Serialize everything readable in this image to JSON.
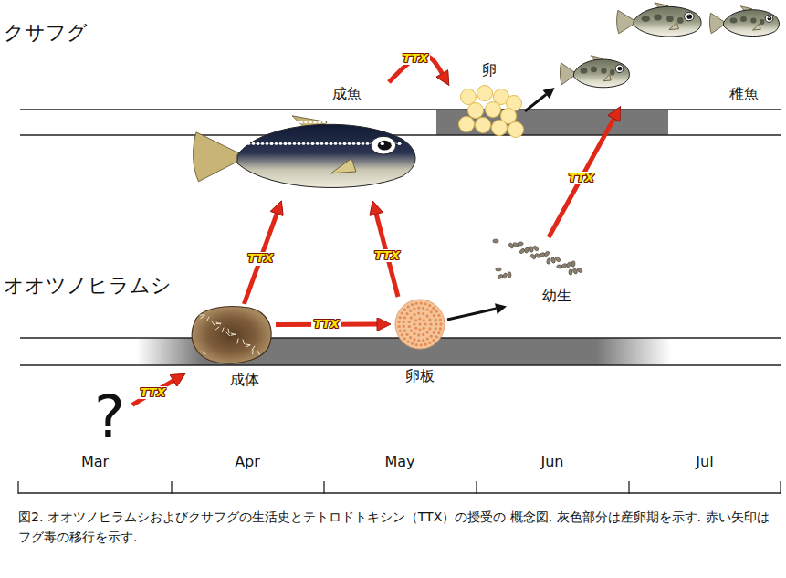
{
  "diagram": {
    "caption": "図2. オオツノヒラムシおよびクサフグの生活史とテトロドトキシン（TTX）の授受の 概念図. 灰色部分は産卵期を示す. 赤い矢印はフグ毒の移行を示す.",
    "nodes": [
      {
        "text": [
          "成魚"
        ]
      },
      {
        "text": [
          "卵"
        ]
      },
      {
        "text": [
          "稚魚"
        ]
      },
      {
        "text": [
          "?"
        ]
      },
      {
        "text": [
          "成体"
        ]
      },
      {
        "text": [
          "卵板"
        ]
      },
      {
        "text": [
          "幼生"
        ]
      }
    ],
    "edges": [
      {
        "from": 3,
        "to": 4,
        "label": "TTX",
        "arrow": "to"
      },
      {
        "from": 4,
        "to": 0,
        "label": "TTX",
        "arrow": "to"
      },
      {
        "from": 4,
        "to": 5,
        "label": "TTX",
        "arrow": "to"
      },
      {
        "from": 5,
        "to": 0,
        "label": "TTX",
        "arrow": "to"
      },
      {
        "from": 5,
        "to": 6,
        "arrow": "to"
      },
      {
        "from": 6,
        "to": 2,
        "label": "TTX",
        "arrow": "to"
      },
      {
        "from": 0,
        "to": 1,
        "label": "TTX",
        "arrow": "to"
      },
      {
        "from": 1,
        "to": 2,
        "arrow": "to"
      }
    ],
    "labels": [
      "クサフグ",
      "オオツノヒラムシ",
      "Mar",
      "Apr",
      "May",
      "Jun",
      "Jul"
    ]
  }
}
